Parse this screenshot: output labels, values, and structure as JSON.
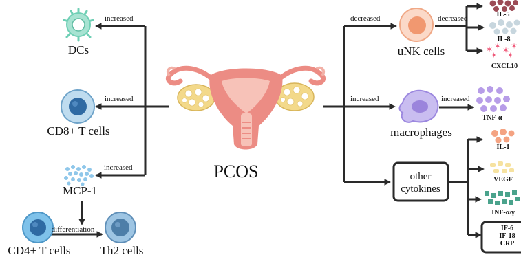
{
  "center_label": "PCOS",
  "left": {
    "dcs": {
      "name": "DCs",
      "edge": "increased"
    },
    "cd8": {
      "name": "CD8+ T cells",
      "edge": "increased"
    },
    "mcp1": {
      "name": "MCP-1",
      "edge": "increased"
    },
    "cd4": {
      "name": "CD4+ T cells"
    },
    "th2": {
      "name": "Th2 cells"
    },
    "differentiation": "differentiation"
  },
  "right": {
    "unk": {
      "name": "uNK cells",
      "edge_in": "decreased",
      "edge_out": "decreased",
      "outputs": [
        "IL-5",
        "IL-8",
        "CXCL10"
      ]
    },
    "macro": {
      "name": "macrophages",
      "edge_in": "increased",
      "edge_out": "increased",
      "output": "TNF-α"
    },
    "other": {
      "name_line1": "other",
      "name_line2": "cytokines",
      "outputs": [
        "IL-1",
        "VEGF",
        "INF-α/γ"
      ],
      "box_lines": [
        "IF-6",
        "IF-18",
        "CRP"
      ]
    }
  },
  "colors": {
    "line": "#2a2a2a",
    "dc": "#a7e3d2",
    "cd_cell": "#7fb6de",
    "cd_nucleus": "#2f6aa3",
    "unk": "#f4a885",
    "macro": "#b7a6e8",
    "uterus": "#ec8c84",
    "ovary": "#f3d98a",
    "il5": "#9c4b55",
    "il8": "#c7d6de",
    "cxcl10": "#ef5a7a",
    "tnf": "#b79de8",
    "il1": "#f4a382",
    "vegf": "#f6e8a6",
    "inf": "#4aa38c"
  }
}
